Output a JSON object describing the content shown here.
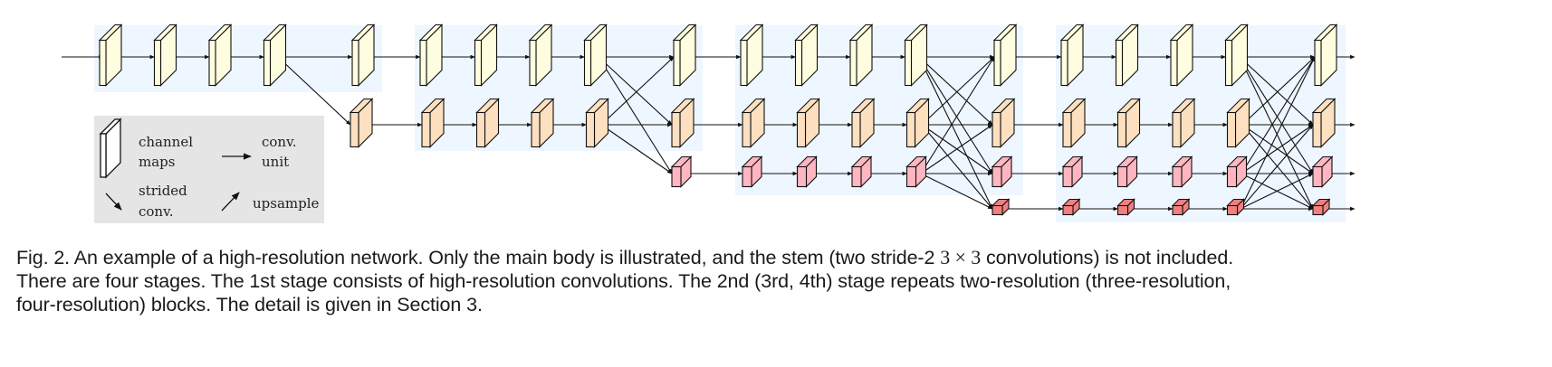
{
  "figure": {
    "type": "network-architecture-diagram",
    "name": "High-Resolution Network (HRNet) main body",
    "colors": {
      "stage_background": "#eef6ff",
      "legend_background": "#e5e5e5",
      "resolution_1": "#fffde0",
      "resolution_2": "#fde0c0",
      "resolution_3": "#ffb6c1",
      "resolution_4": "#f08080",
      "channel_map_legend": "#ffffff",
      "line": "#111111"
    },
    "stages": [
      {
        "name": "stage-1",
        "resolutions": 1,
        "units_per_branch": 4,
        "fuses_into_new_branch": true
      },
      {
        "name": "stage-2",
        "resolutions": 2,
        "units_per_branch": 4,
        "fuses_into_new_branch": true
      },
      {
        "name": "stage-3",
        "resolutions": 3,
        "units_per_branch": 4,
        "fuses_into_new_branch": true
      },
      {
        "name": "stage-4",
        "resolutions": 4,
        "units_per_branch": 4,
        "fuses_into_new_branch": false
      }
    ]
  },
  "legend": {
    "channel_maps": [
      "channel",
      "maps"
    ],
    "conv_unit": [
      "conv.",
      "unit"
    ],
    "strided_conv": [
      "strided",
      "conv."
    ],
    "upsample": "upsample"
  },
  "caption": {
    "label": "Fig. 2.",
    "line1_pre": " An example of a high-resolution network. Only the main body is illustrated, and the stem (two stride-2 ",
    "math": "3 × 3",
    "line1_post": " convolutions) is not included.",
    "line2": "There are four stages. The 1st stage consists of high-resolution convolutions. The 2nd (3rd, 4th) stage repeats two-resolution (three-resolution,",
    "line3": "four-resolution) blocks. The detail is given in Section 3."
  }
}
